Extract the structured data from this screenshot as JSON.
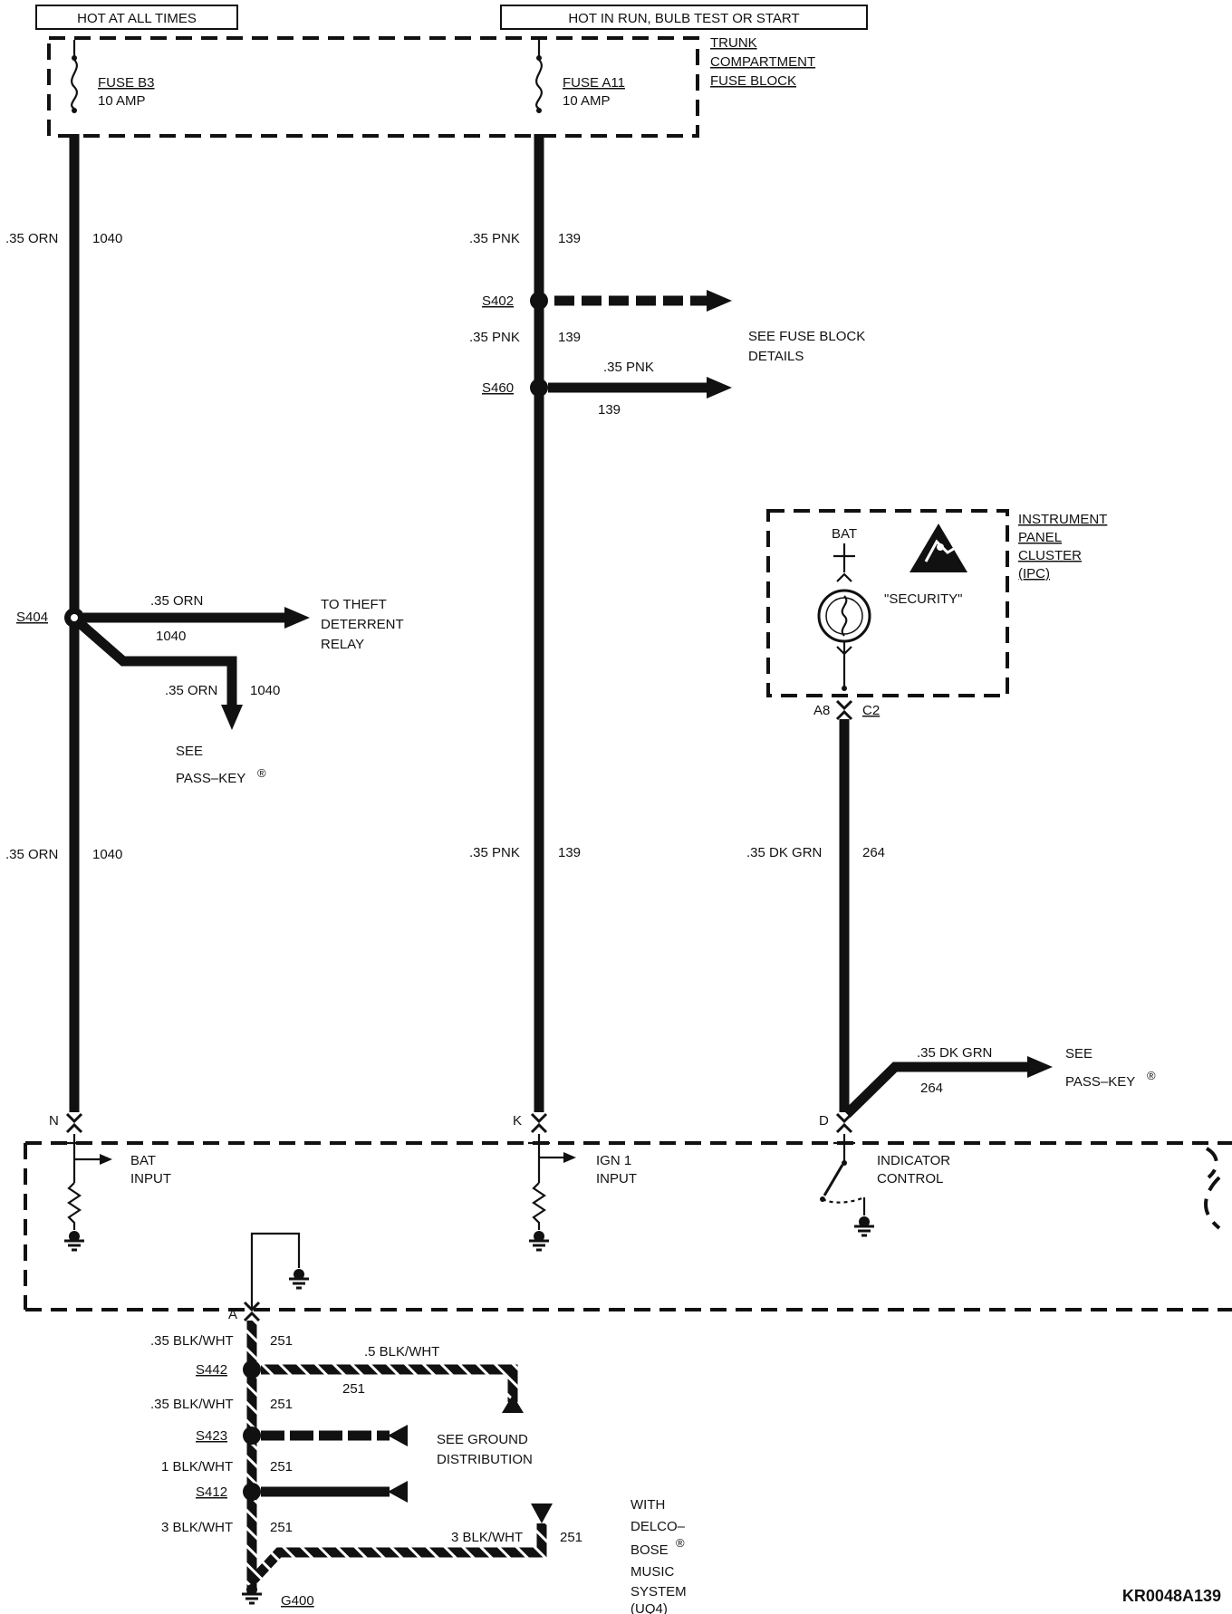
{
  "diagram_id": "KR0048A139",
  "headers": {
    "hot_at_all_times": "HOT AT ALL TIMES",
    "hot_in_run": "HOT IN RUN,  BULB TEST OR START"
  },
  "fuse_block": {
    "line1": "TRUNK",
    "line2": "COMPARTMENT",
    "line3": "FUSE BLOCK"
  },
  "fuses": {
    "b3_name": "FUSE B3",
    "b3_rating": "10 AMP",
    "a11_name": "FUSE A11",
    "a11_rating": "10 AMP"
  },
  "wires": {
    "orn_gauge": ".35 ORN",
    "orn_circuit": "1040",
    "pnk_gauge": ".35 PNK",
    "pnk_circuit": "139",
    "dkgrn_gauge": ".35 DK GRN",
    "dkgrn_circuit": "264",
    "blkwht_035": ".35 BLK/WHT",
    "blkwht_05": ".5 BLK/WHT",
    "blkwht_1": "1 BLK/WHT",
    "blkwht_3": "3 BLK/WHT",
    "blkwht_circuit": "251"
  },
  "splices": {
    "s402": "S402",
    "s460": "S460",
    "s404": "S404",
    "s442": "S442",
    "s423": "S423",
    "s412": "S412",
    "g400": "G400"
  },
  "notes": {
    "see_fuse_block_1": "SEE FUSE BLOCK",
    "see_fuse_block_2": "DETAILS",
    "theft_1": "TO THEFT",
    "theft_2": "DETERRENT",
    "theft_3": "RELAY",
    "see": "SEE",
    "pass_key": "PASS–KEY",
    "ground_1": "SEE GROUND",
    "ground_2": "DISTRIBUTION",
    "delco_1": "WITH",
    "delco_2": "DELCO–",
    "delco_3": "BOSE",
    "delco_4": "MUSIC",
    "delco_5": "SYSTEM",
    "delco_6": "(UQ4)"
  },
  "ipc": {
    "line1": "INSTRUMENT",
    "line2": "PANEL",
    "line3": "CLUSTER",
    "line4": "(IPC)",
    "bat": "BAT",
    "security": "\"SECURITY\"",
    "pin": "A8",
    "connector": "C2"
  },
  "module": {
    "pin_n": "N",
    "pin_k": "K",
    "pin_d": "D",
    "pin_a": "A",
    "bat_input_1": "BAT",
    "bat_input_2": "INPUT",
    "ign_input_1": "IGN 1",
    "ign_input_2": "INPUT",
    "indicator_1": "INDICATOR",
    "indicator_2": "CONTROL"
  },
  "registered_mark": "®",
  "icons": [
    "fuse-icon",
    "bulb-icon",
    "esd-warning-icon",
    "ground-icon",
    "resistor-icon",
    "switch-icon",
    "arrow-icon",
    "connector-icon"
  ]
}
